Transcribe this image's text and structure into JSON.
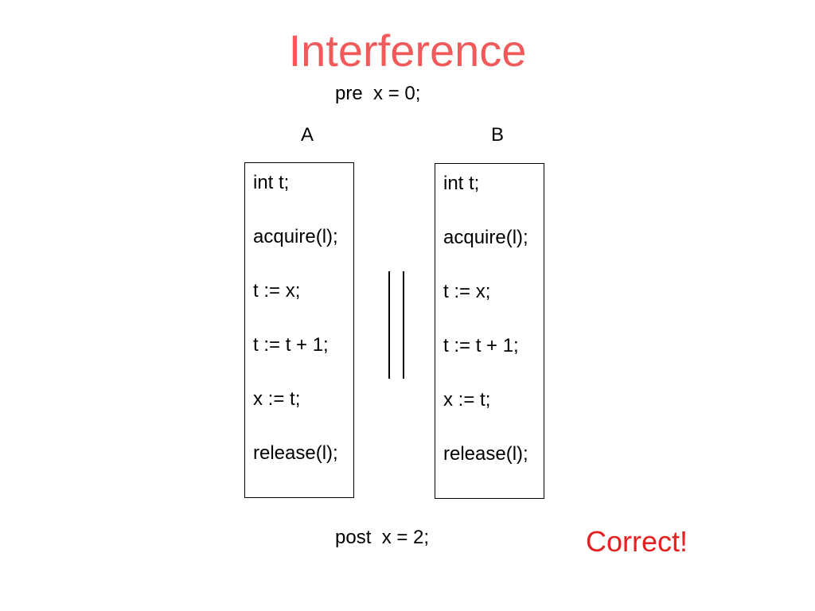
{
  "slide": {
    "title": "Interference",
    "precondition": "pre  x = 0;",
    "postcondition": "post  x = 2;",
    "verdict": "Correct!",
    "title_color": "#f15a5a",
    "verdict_color": "#e52020"
  },
  "threads": [
    {
      "label": "A",
      "lines": [
        "int t;",
        "acquire(l);",
        "t := x;",
        "t := t + 1;",
        "x := t;",
        "release(l);"
      ]
    },
    {
      "label": "B",
      "lines": [
        "int t;",
        "acquire(l);",
        "t := x;",
        "t := t + 1;",
        "x := t;",
        "release(l);"
      ]
    }
  ],
  "operator": {
    "symbol": "||",
    "meaning": "parallel composition"
  }
}
